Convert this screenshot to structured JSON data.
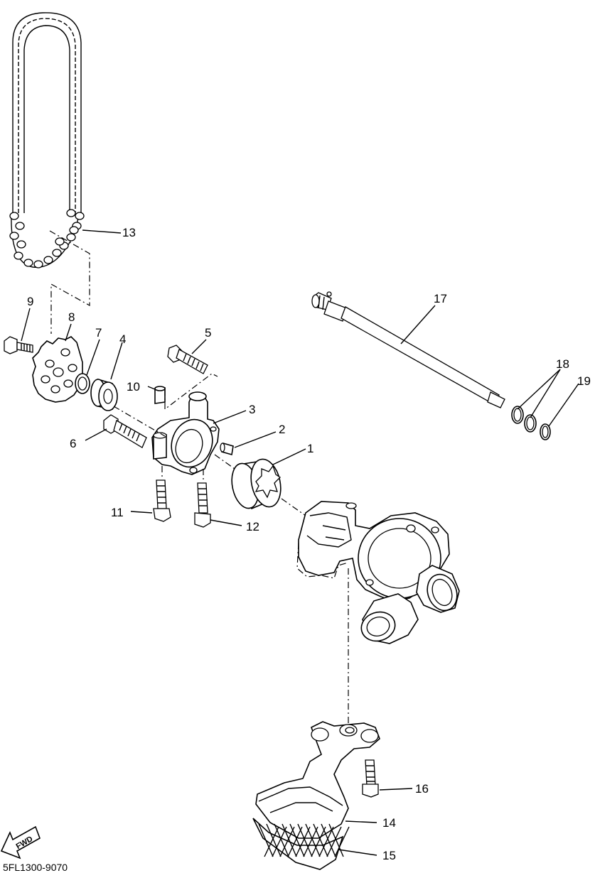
{
  "diagram": {
    "code": "5FL1300-9070",
    "fwd_label": "FWD",
    "callouts": [
      {
        "id": "1",
        "text": "1"
      },
      {
        "id": "2",
        "text": "2"
      },
      {
        "id": "3",
        "text": "3"
      },
      {
        "id": "4",
        "text": "4"
      },
      {
        "id": "5",
        "text": "5"
      },
      {
        "id": "6",
        "text": "6"
      },
      {
        "id": "7",
        "text": "7"
      },
      {
        "id": "8",
        "text": "8"
      },
      {
        "id": "9",
        "text": "9"
      },
      {
        "id": "10",
        "text": "10"
      },
      {
        "id": "11",
        "text": "11"
      },
      {
        "id": "12",
        "text": "12"
      },
      {
        "id": "13",
        "text": "13"
      },
      {
        "id": "14",
        "text": "14"
      },
      {
        "id": "15",
        "text": "15"
      },
      {
        "id": "16",
        "text": "16"
      },
      {
        "id": "17",
        "text": "17"
      },
      {
        "id": "18",
        "text": "18"
      },
      {
        "id": "19",
        "text": "19"
      }
    ]
  }
}
